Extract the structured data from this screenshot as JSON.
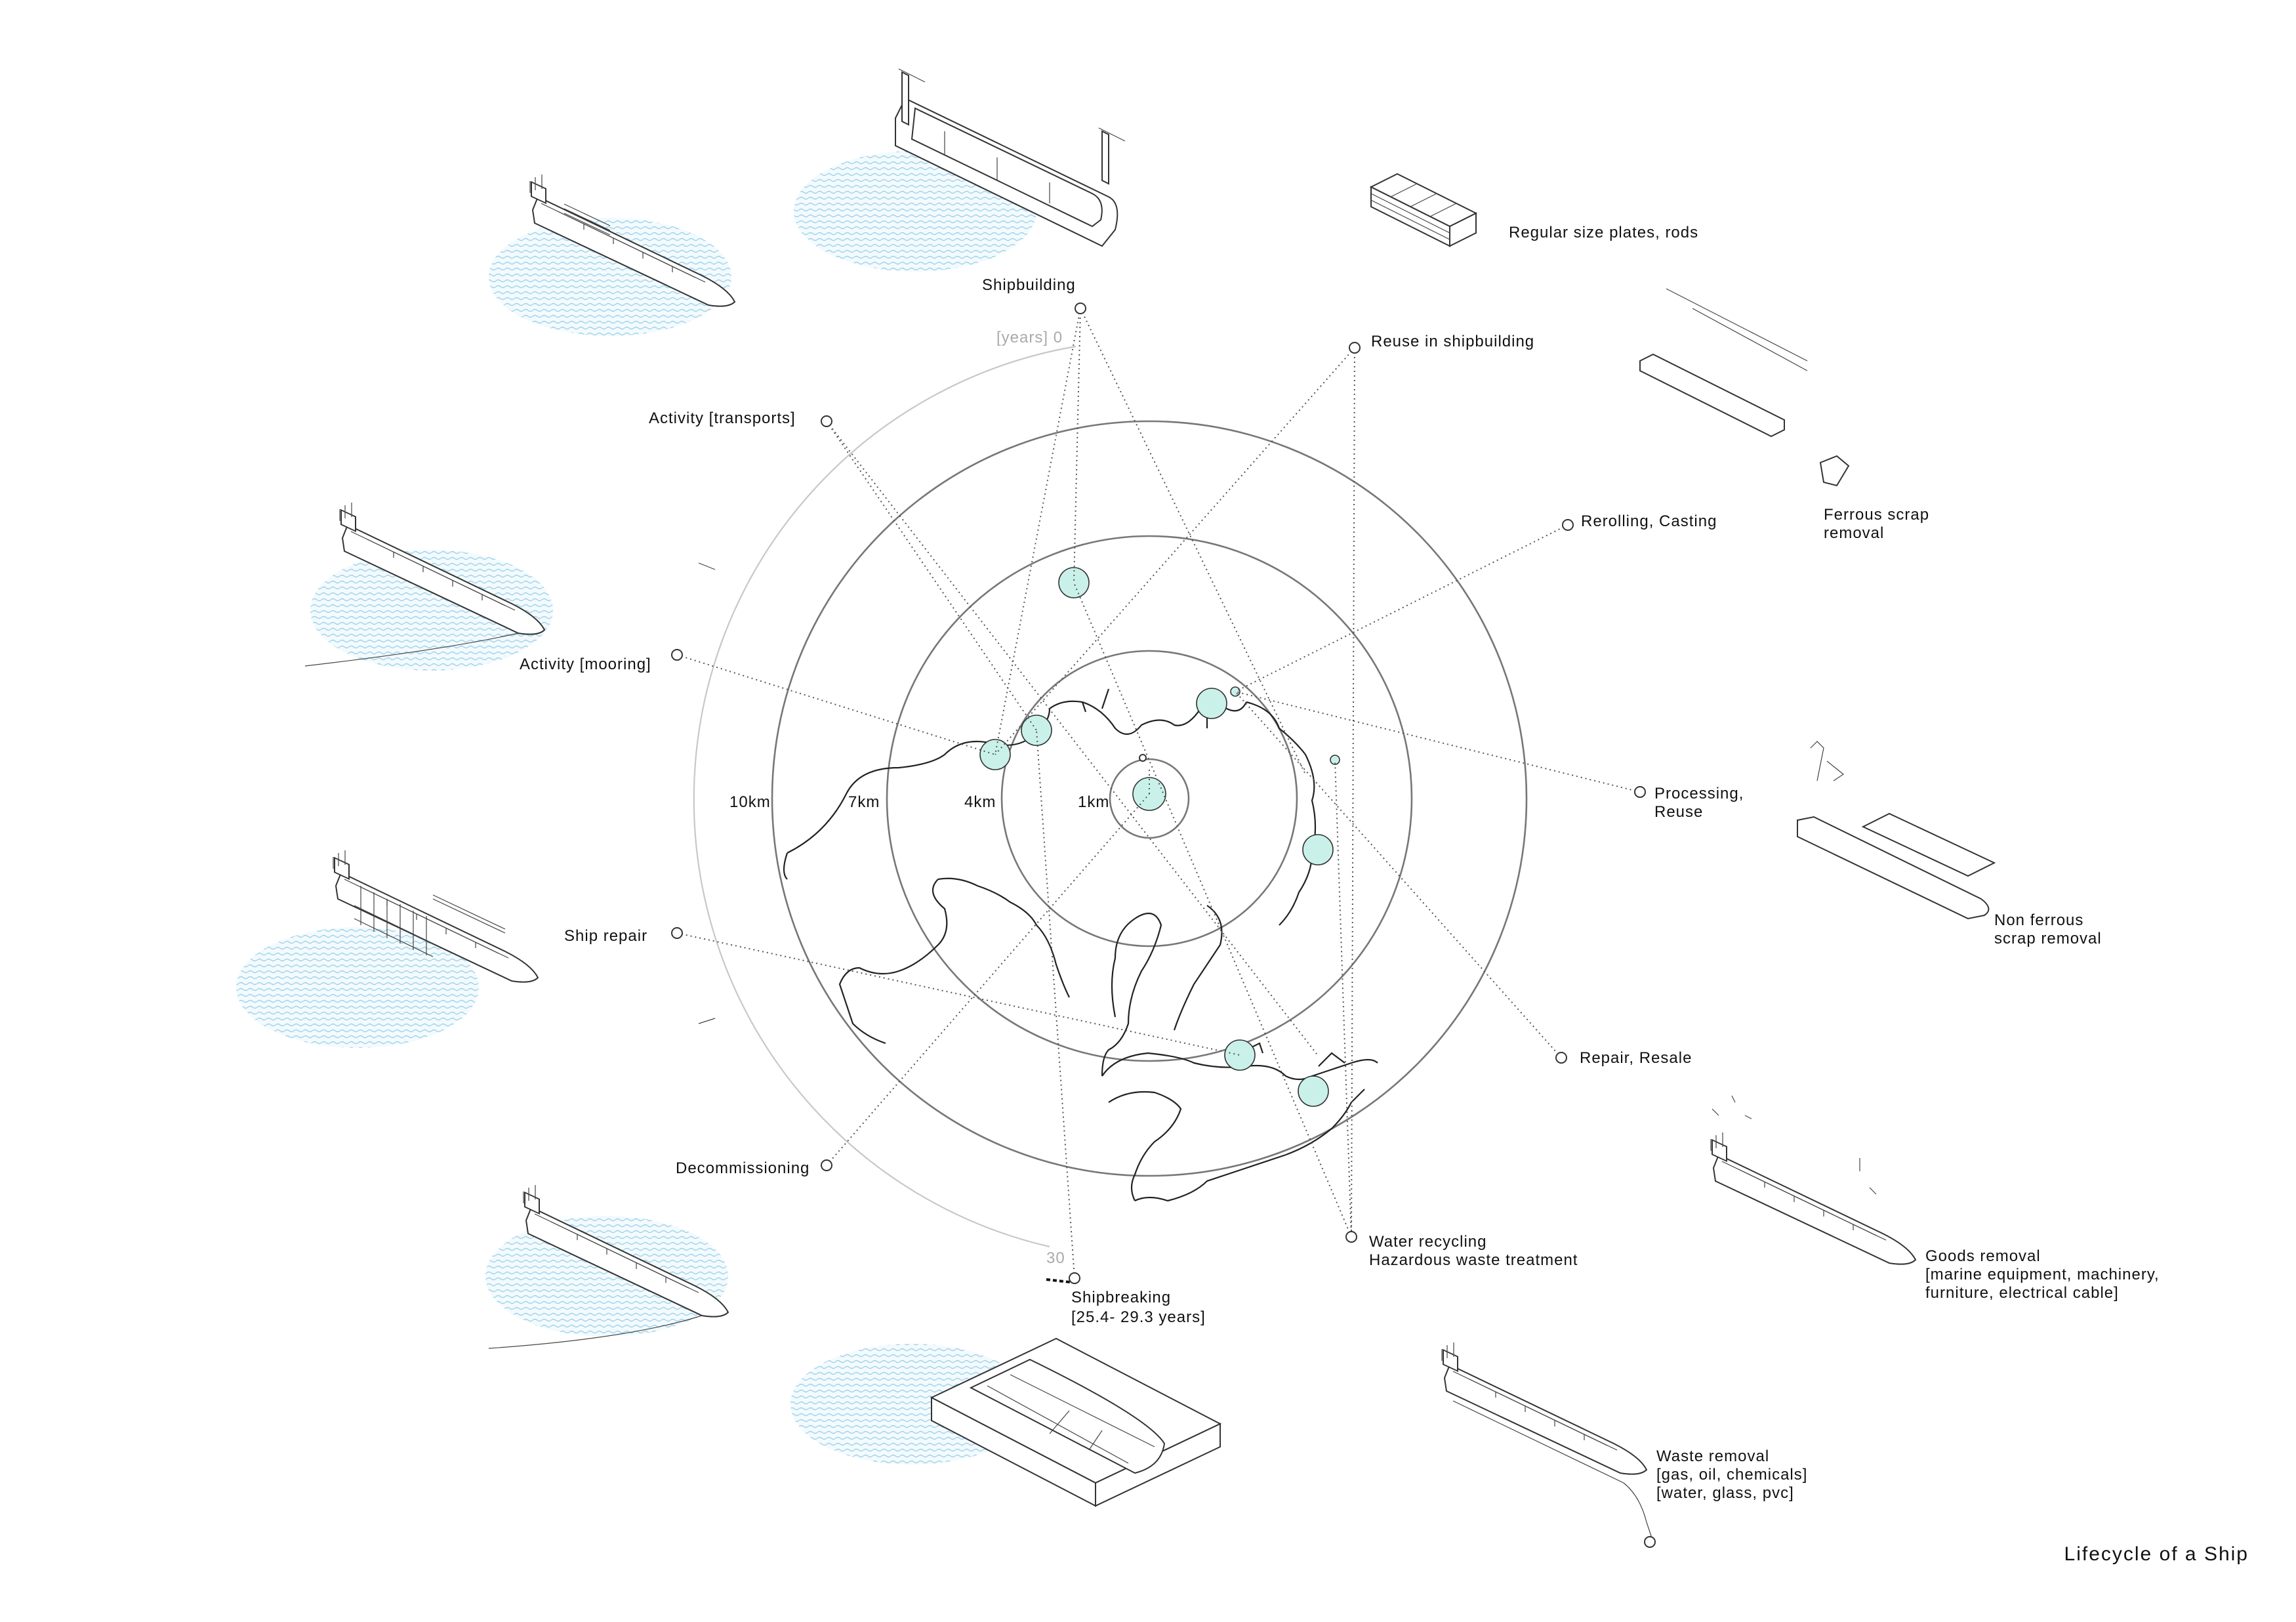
{
  "title": "Lifecycle of a Ship",
  "time_axis": {
    "start_label": "[years] 0",
    "end_label": "30"
  },
  "distance_rings": [
    {
      "label": "1km"
    },
    {
      "label": "4km"
    },
    {
      "label": "7km"
    },
    {
      "label": "10km"
    }
  ],
  "lifecycle_stages": [
    {
      "lines": [
        "Shipbuilding"
      ]
    },
    {
      "lines": [
        "Activity [transports]"
      ]
    },
    {
      "lines": [
        "Activity [mooring]"
      ]
    },
    {
      "lines": [
        "Ship repair"
      ]
    },
    {
      "lines": [
        "Decommissioning"
      ]
    },
    {
      "lines": [
        "Shipbreaking",
        "[25.4- 29.3 years]"
      ]
    }
  ],
  "destinations": [
    {
      "lines": [
        "Reuse in shipbuilding"
      ]
    },
    {
      "lines": [
        "Rerolling, Casting"
      ]
    },
    {
      "lines": [
        "Processing,",
        "Reuse"
      ]
    },
    {
      "lines": [
        "Repair, Resale"
      ]
    },
    {
      "lines": [
        "Water recycling",
        "Hazardous waste treatment"
      ]
    }
  ],
  "materials": [
    {
      "lines": [
        "Regular size plates, rods"
      ]
    },
    {
      "lines": [
        "Ferrous scrap",
        "removal"
      ]
    },
    {
      "lines": [
        "Non ferrous",
        "scrap removal"
      ]
    },
    {
      "lines": [
        "Goods removal",
        "[marine equipment, machinery,",
        "furniture, electrical cable]"
      ]
    },
    {
      "lines": [
        "Waste removal",
        "[gas, oil, chemicals]",
        "[water, glass, pvc]"
      ]
    }
  ],
  "colors": {
    "site_fill": "#c9f1ea",
    "water": "#bfe3f2",
    "ring": "#777777",
    "time_ring": "#c8c8c8"
  }
}
